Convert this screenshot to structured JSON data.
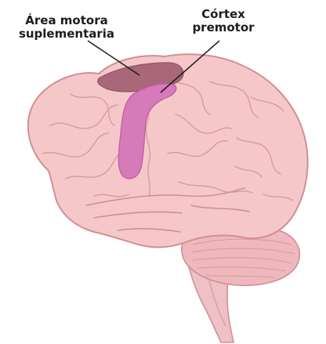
{
  "labels": {
    "sma_line1": "Área motora",
    "sma_line2": "suplementaria",
    "pmc_line1": "Córtex",
    "pmc_line2": "premotor"
  },
  "colors": {
    "brain_fill": "#f5c7c9",
    "brain_outline": "#cf9097",
    "gyrus_line": "#d79aa1",
    "sma_fill": "#a86878",
    "premotor_fill": "#d77ab9",
    "cerebellum_fill": "#efb8bc",
    "brainstem_fill": "#efc0c4",
    "leader_line": "#1d1d1b"
  }
}
